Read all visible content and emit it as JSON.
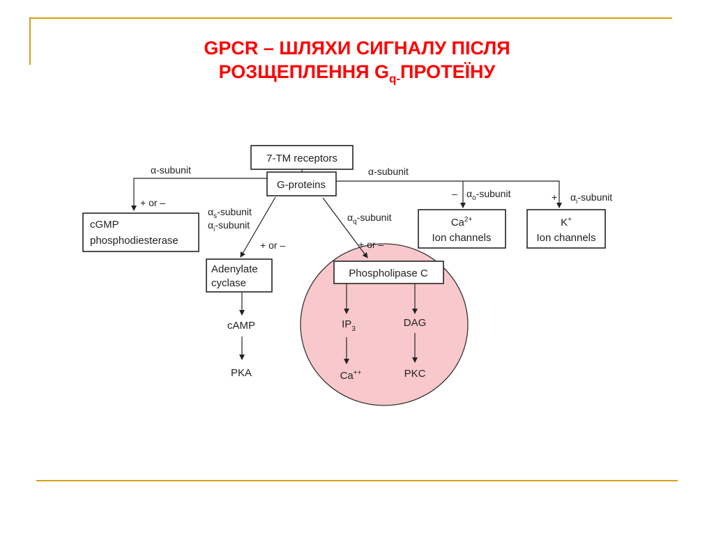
{
  "slide": {
    "title_line1": "GPCR – ШЛЯХИ СИГНАЛУ ПІСЛЯ",
    "title_line2_pre": "РОЗЩЕПЛЕННЯ G",
    "title_line2_sub": "q-",
    "title_line2_post": "ПРОТЕЇНУ",
    "accent_color": "#d4a017",
    "title_color": "#ff0000"
  },
  "diagram": {
    "highlight_color": "#f9c8cc",
    "nodes": {
      "receptors": "7-TM receptors",
      "gproteins": "G-proteins",
      "cgmp_line1": "cGMP",
      "cgmp_line2": "phosphodiesterase",
      "adenylate_line1": "Adenylate",
      "adenylate_line2": "cyclase",
      "plc": "Phospholipase C",
      "ca_line1": "Ca",
      "ca_sup": "2+",
      "ca_line2": "Ion channels",
      "k_line1": "K",
      "k_sup": "+",
      "k_line2": "Ion channels",
      "camp": "cAMP",
      "pka": "PKA",
      "ip3": "IP",
      "ip3_sub": "3",
      "dag": "DAG",
      "ca_ion": "Ca",
      "ca_ion_sup": "++",
      "pkc": "PKC"
    },
    "labels": {
      "alpha": "α",
      "subunit_left": "-subunit",
      "subunit_right": "-subunit",
      "plus_or_minus": "+ or –",
      "alpha_s_sub": "s",
      "alpha_s_rest": "-subunit",
      "alpha_i_sub": "i",
      "alpha_i_rest": "-subunit",
      "alpha_q_sub": "q",
      "alpha_q_rest": "-subunit",
      "alpha_o_sub": "o",
      "alpha_o_rest": "-subunit",
      "alpha_i2_sub": "i",
      "alpha_i2_rest": "-subunit",
      "minus": "–",
      "plus": "+"
    }
  }
}
